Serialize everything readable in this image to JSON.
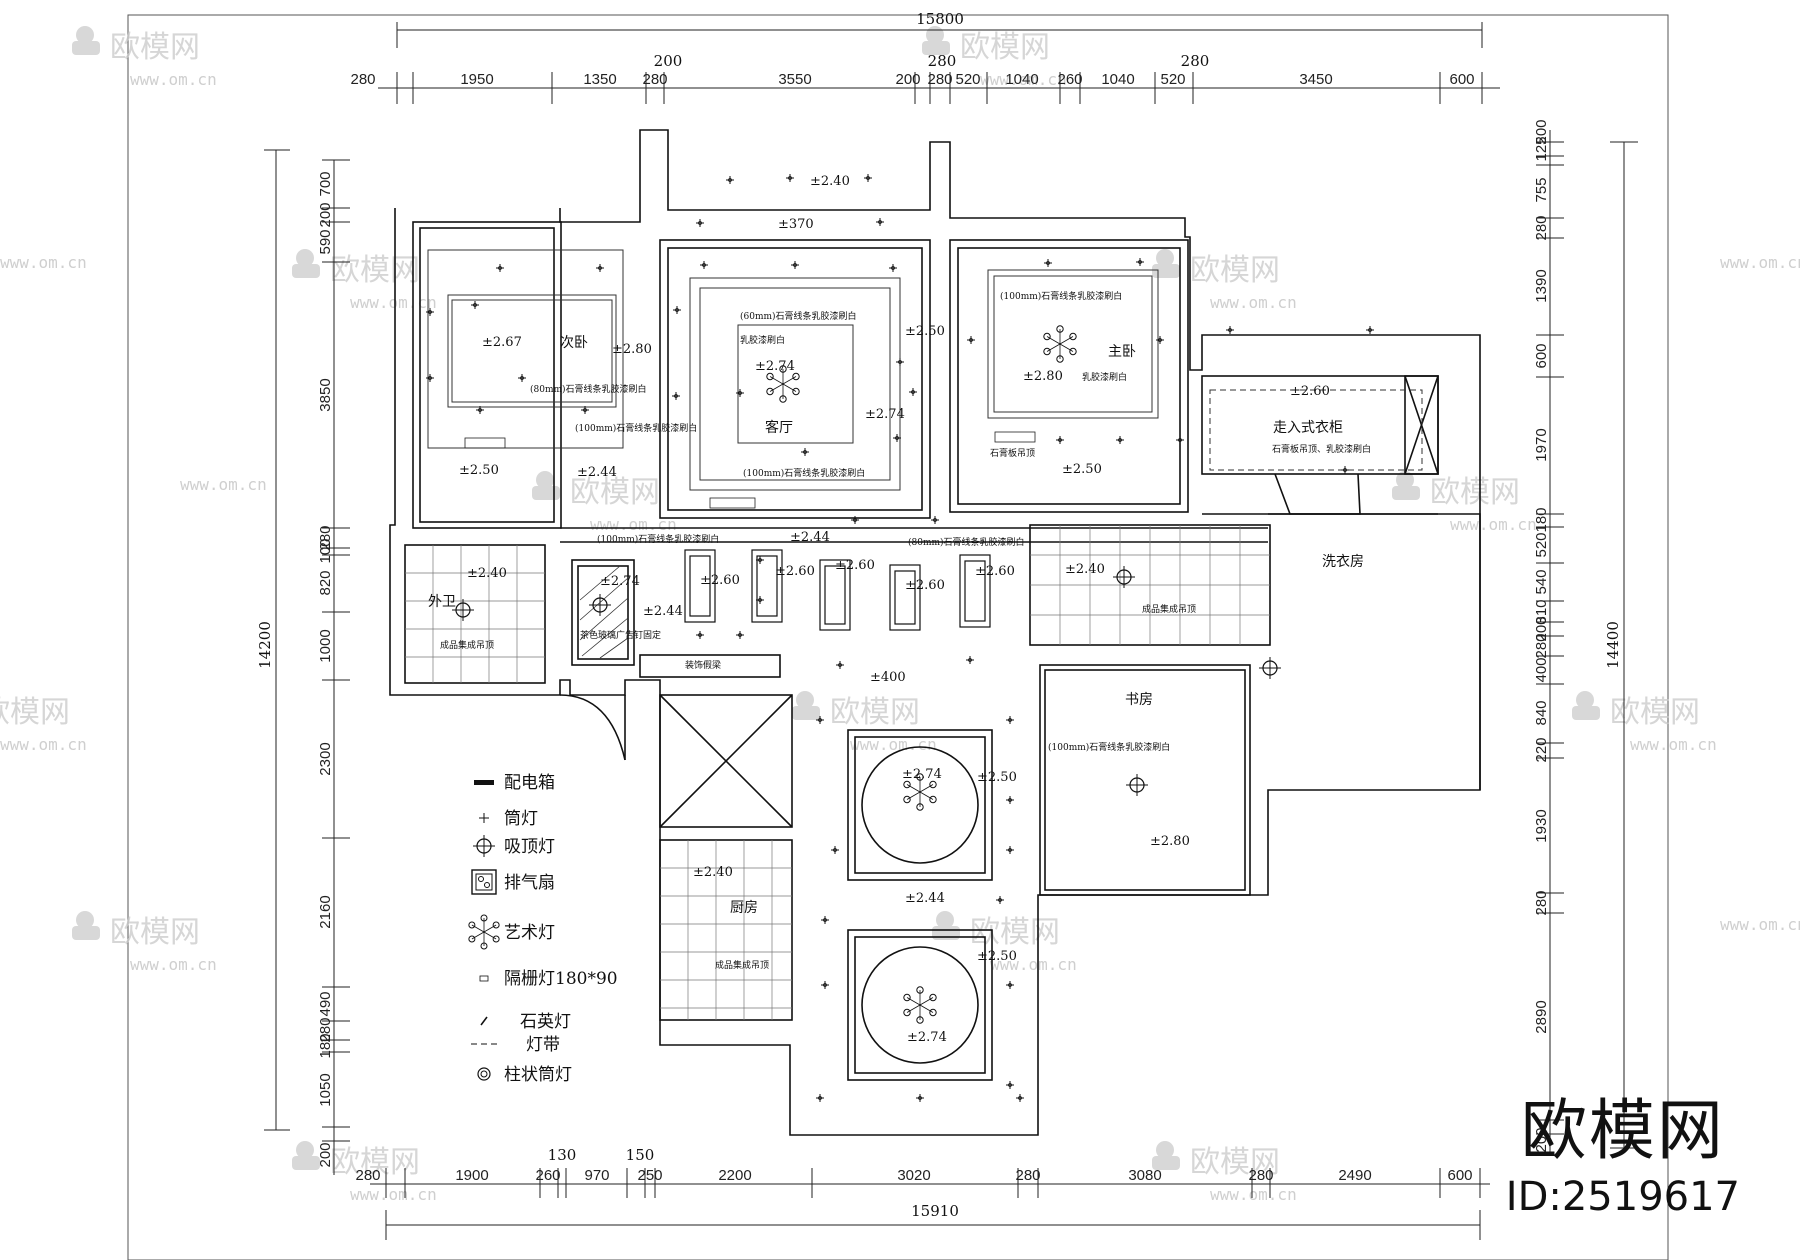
{
  "watermark": {
    "brand": "欧模网",
    "url": "www.om.cn"
  },
  "brand": {
    "name": "欧模网",
    "id": "ID:2519617"
  },
  "dims": {
    "top_total": "15800",
    "top_mid_200": "200",
    "top_mid_280": "280",
    "top_right_280": "280",
    "top_segments": [
      "280",
      "1950",
      "1350",
      "280",
      "3550",
      "200",
      "280",
      "520",
      "1040",
      "260",
      "1040",
      "520",
      "3450",
      "600"
    ],
    "bottom_total": "15910",
    "bottom_130": "130",
    "bottom_150": "150",
    "bottom_segments": [
      "280",
      "1900",
      "260",
      "970",
      "250",
      "2200",
      "3020",
      "280",
      "3080",
      "280",
      "2490",
      "600"
    ],
    "left_total": "14200",
    "left_segments": [
      "700",
      "200",
      "590",
      "3850",
      "280",
      "100",
      "820",
      "1000",
      "2300",
      "2160",
      "490",
      "280",
      "180",
      "1050",
      "200"
    ],
    "right_total": "14400",
    "right_segments": [
      "200",
      "125",
      "755",
      "280",
      "1390",
      "600",
      "1970",
      "180",
      "520",
      "540",
      "310",
      "200",
      "280",
      "400",
      "840",
      "220",
      "1930",
      "280",
      "2890",
      "200"
    ]
  },
  "rooms": {
    "second_bedroom": "次卧",
    "living": "客厅",
    "master": "主卧",
    "walk_in": "走入式衣柜",
    "laundry": "洗衣房",
    "bath": "外卫",
    "study": "书房",
    "kitchen": "厨房"
  },
  "notes": {
    "sec_line80": "(80mm)石膏线条乳胶漆刷白",
    "sec_line100": "(100mm)石膏线条乳胶漆刷白",
    "liv_line60": "(60mm)石膏线条乳胶漆刷白",
    "liv_paint": "乳胶漆刷白",
    "liv_line100": "(100mm)石膏线条乳胶漆刷白",
    "mas_line100": "(100mm)石膏线条乳胶漆刷白",
    "mas_paint": "乳胶漆刷白",
    "mas_board": "石膏板吊顶",
    "walk_board": "石膏板吊顶、乳胶漆刷白",
    "cor_line100": "(100mm)石膏线条乳胶漆刷白",
    "cor_line80": "(80mm)石膏线条乳胶漆刷白",
    "glass": "茶色玻璃广告钉固定",
    "deco_beam": "装饰假梁",
    "bath_ceiling": "成品集成吊顶",
    "wc2_ceiling": "成品集成吊顶",
    "study_line100": "(100mm)石膏线条乳胶漆刷白",
    "kitchen_ceiling": "成品集成吊顶"
  },
  "elev": {
    "e240_top": "±2.40",
    "e370": "±370",
    "sec_267": "±2.67",
    "sec_280": "±2.80",
    "sec_250": "±2.50",
    "sec_244": "±2.44",
    "liv_274a": "±2.74",
    "liv_250": "±2.50",
    "liv_274b": "±2.74",
    "mas_280": "±2.80",
    "mas_250": "±2.50",
    "walk_260": "±2.60",
    "bath_240": "±2.40",
    "glass_274": "±2.74",
    "cor_244a": "±2.44",
    "cor_244b": "±2.44",
    "cor_260a": "±2.60",
    "cor_260b": "±2.60",
    "cor_260c": "±2.60",
    "cor_260d": "±2.60",
    "cor_260e": "±2.60",
    "wc2_240": "±2.40",
    "e400": "±400",
    "din_274a": "±2.74",
    "din_250a": "±2.50",
    "din_244": "±2.44",
    "din_250b": "±2.50",
    "din_274b": "±2.74",
    "study_280": "±2.80",
    "kit_240": "±2.40"
  },
  "legend": [
    {
      "icon": "distribution-box",
      "label": "配电箱"
    },
    {
      "icon": "downlight",
      "label": "筒灯"
    },
    {
      "icon": "ceiling-lamp",
      "label": "吸顶灯"
    },
    {
      "icon": "exhaust-fan",
      "label": "排气扇"
    },
    {
      "icon": "art-lamp",
      "label": "艺术灯"
    },
    {
      "icon": "grille-lamp",
      "label": "隔栅灯180*90"
    },
    {
      "icon": "quartz-lamp",
      "label": "石英灯"
    },
    {
      "icon": "light-strip",
      "label": "灯带"
    },
    {
      "icon": "column-downlight",
      "label": "柱状筒灯"
    }
  ]
}
